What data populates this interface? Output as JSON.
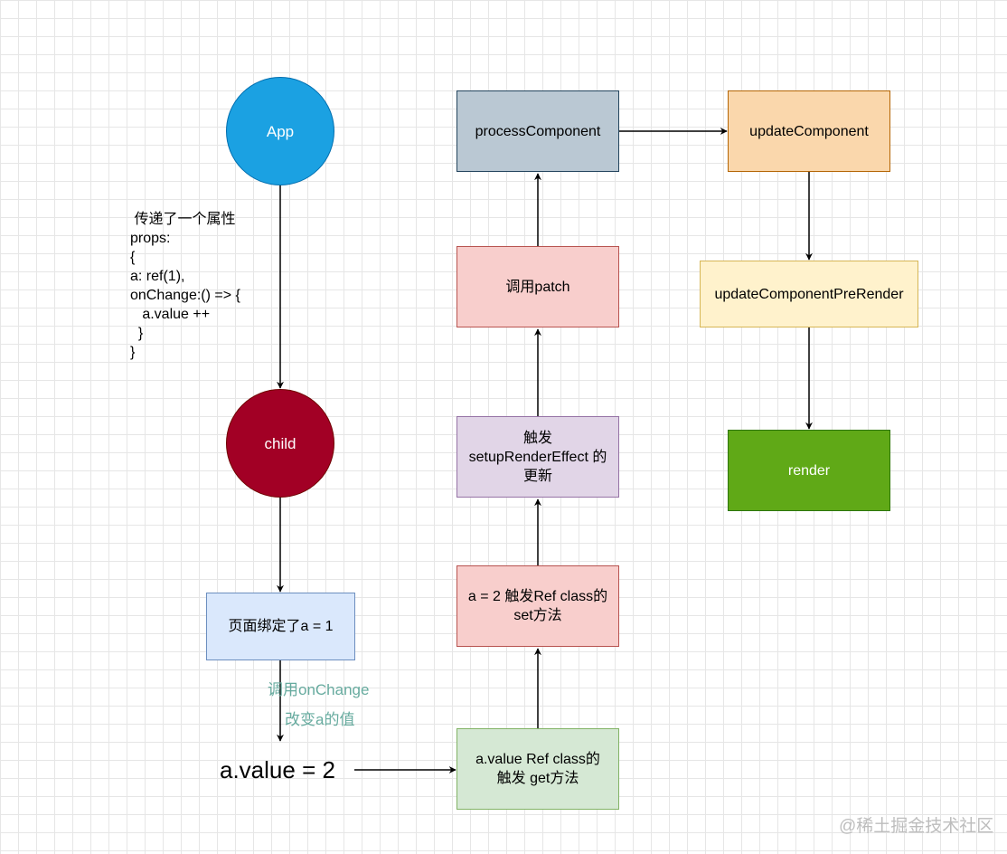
{
  "nodes": {
    "app": "App",
    "child": "child",
    "bind": "页面绑定了a = 1",
    "value_eq": "a.value = 2",
    "get_trigger": "a.value Ref class的\n触发 get方法",
    "set_trigger": "a = 2 触发Ref class的\nset方法",
    "render_effect": "触发\nsetupRenderEffect 的\n更新",
    "patch": "调用patch",
    "process_component": "processComponent",
    "update_component": "updateComponent",
    "pre_render": "updateComponentPreRender",
    "render": "render"
  },
  "props_note": " 传递了一个属性\nprops:\n{\na: ref(1),\nonChange:() => {\n   a.value ++\n  }\n}",
  "edge_labels": {
    "call_onchange": "调用onChange",
    "change_a": "改变a的值"
  },
  "watermark": "@稀土掘金技术社区",
  "colors": {
    "app": "#1BA1E2",
    "child": "#A20025",
    "blue_box": "#DAE8FC",
    "green_box": "#D5E8D4",
    "red_box": "#F8CECC",
    "purple_box": "#E1D5E7",
    "gray_box": "#BAC8D3",
    "orange_box": "#FAD7AC",
    "yellow_box": "#FFF2CC",
    "render_box": "#60A917",
    "edge_label": "#67AB9F"
  }
}
